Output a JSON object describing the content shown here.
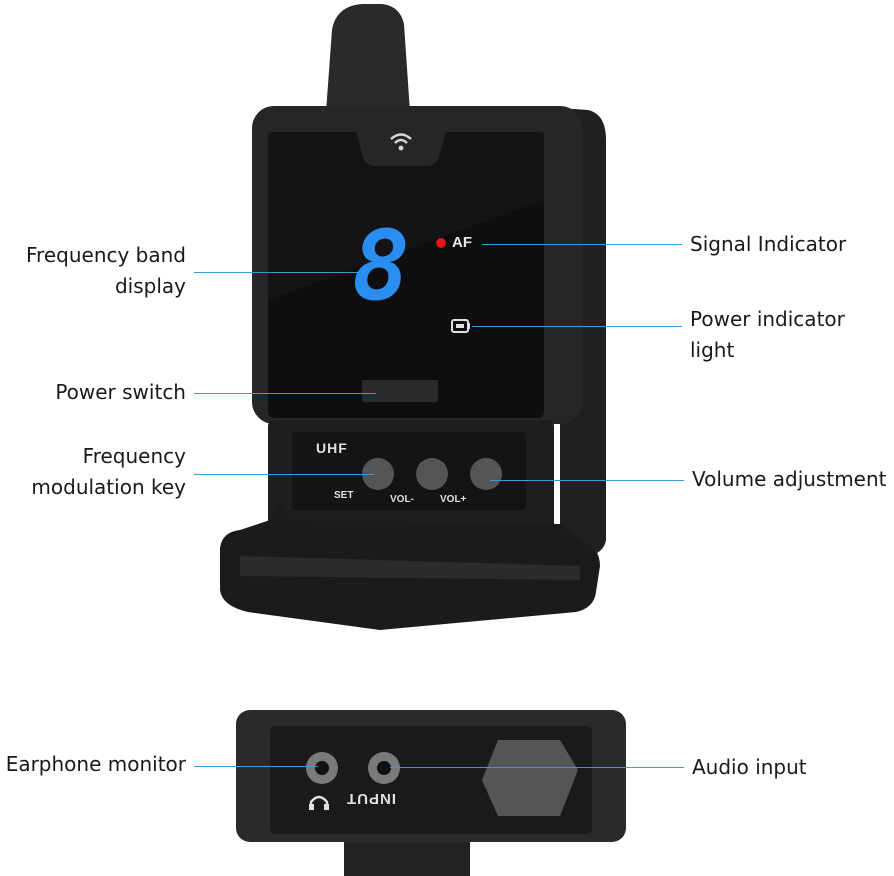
{
  "device": {
    "panel_text": "UHF",
    "digit": "8",
    "af_text": "AF",
    "buttons": {
      "set": "SET",
      "vol_minus": "VOL-",
      "vol_plus": "VOL+"
    },
    "port_text": "INPUT",
    "display_color": "#2a8ef0",
    "indicator_color": "#e01818"
  },
  "callouts": {
    "frequency_band_display": [
      "Frequency band",
      "display"
    ],
    "power_switch": "Power switch",
    "frequency_modulation_key": [
      "Frequency",
      "modulation key"
    ],
    "signal_indicator": "Signal Indicator",
    "power_indicator_light": [
      "Power indicator",
      "light"
    ],
    "volume_adjustment": "Volume adjustment",
    "earphone_monitor": "Earphone monitor",
    "audio_input": "Audio input"
  },
  "icons": [
    "wifi-icon",
    "battery-icon",
    "headphone-icon"
  ]
}
